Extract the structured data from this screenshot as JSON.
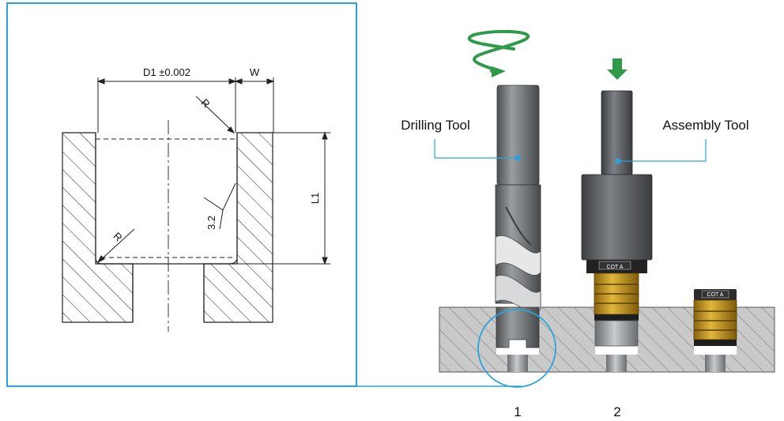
{
  "detail": {
    "dim_d1": "D1  ±0.002",
    "dim_w": "W",
    "dim_l1": "L1",
    "radius_top": "R",
    "radius_bottom": "R",
    "roughness": "3.2"
  },
  "tools": {
    "drilling_label": "Drilling Tool",
    "assembly_label": "Assembly Tool",
    "step_1": "1",
    "step_2": "2",
    "insert_marking_a": "COT A",
    "insert_marking_b": "COT A"
  },
  "colors": {
    "frame": "#2aa3dc",
    "rotation_arrow": "#2e9a4a",
    "brass": "#c89a1c",
    "tool_grey": "#6e7073"
  }
}
